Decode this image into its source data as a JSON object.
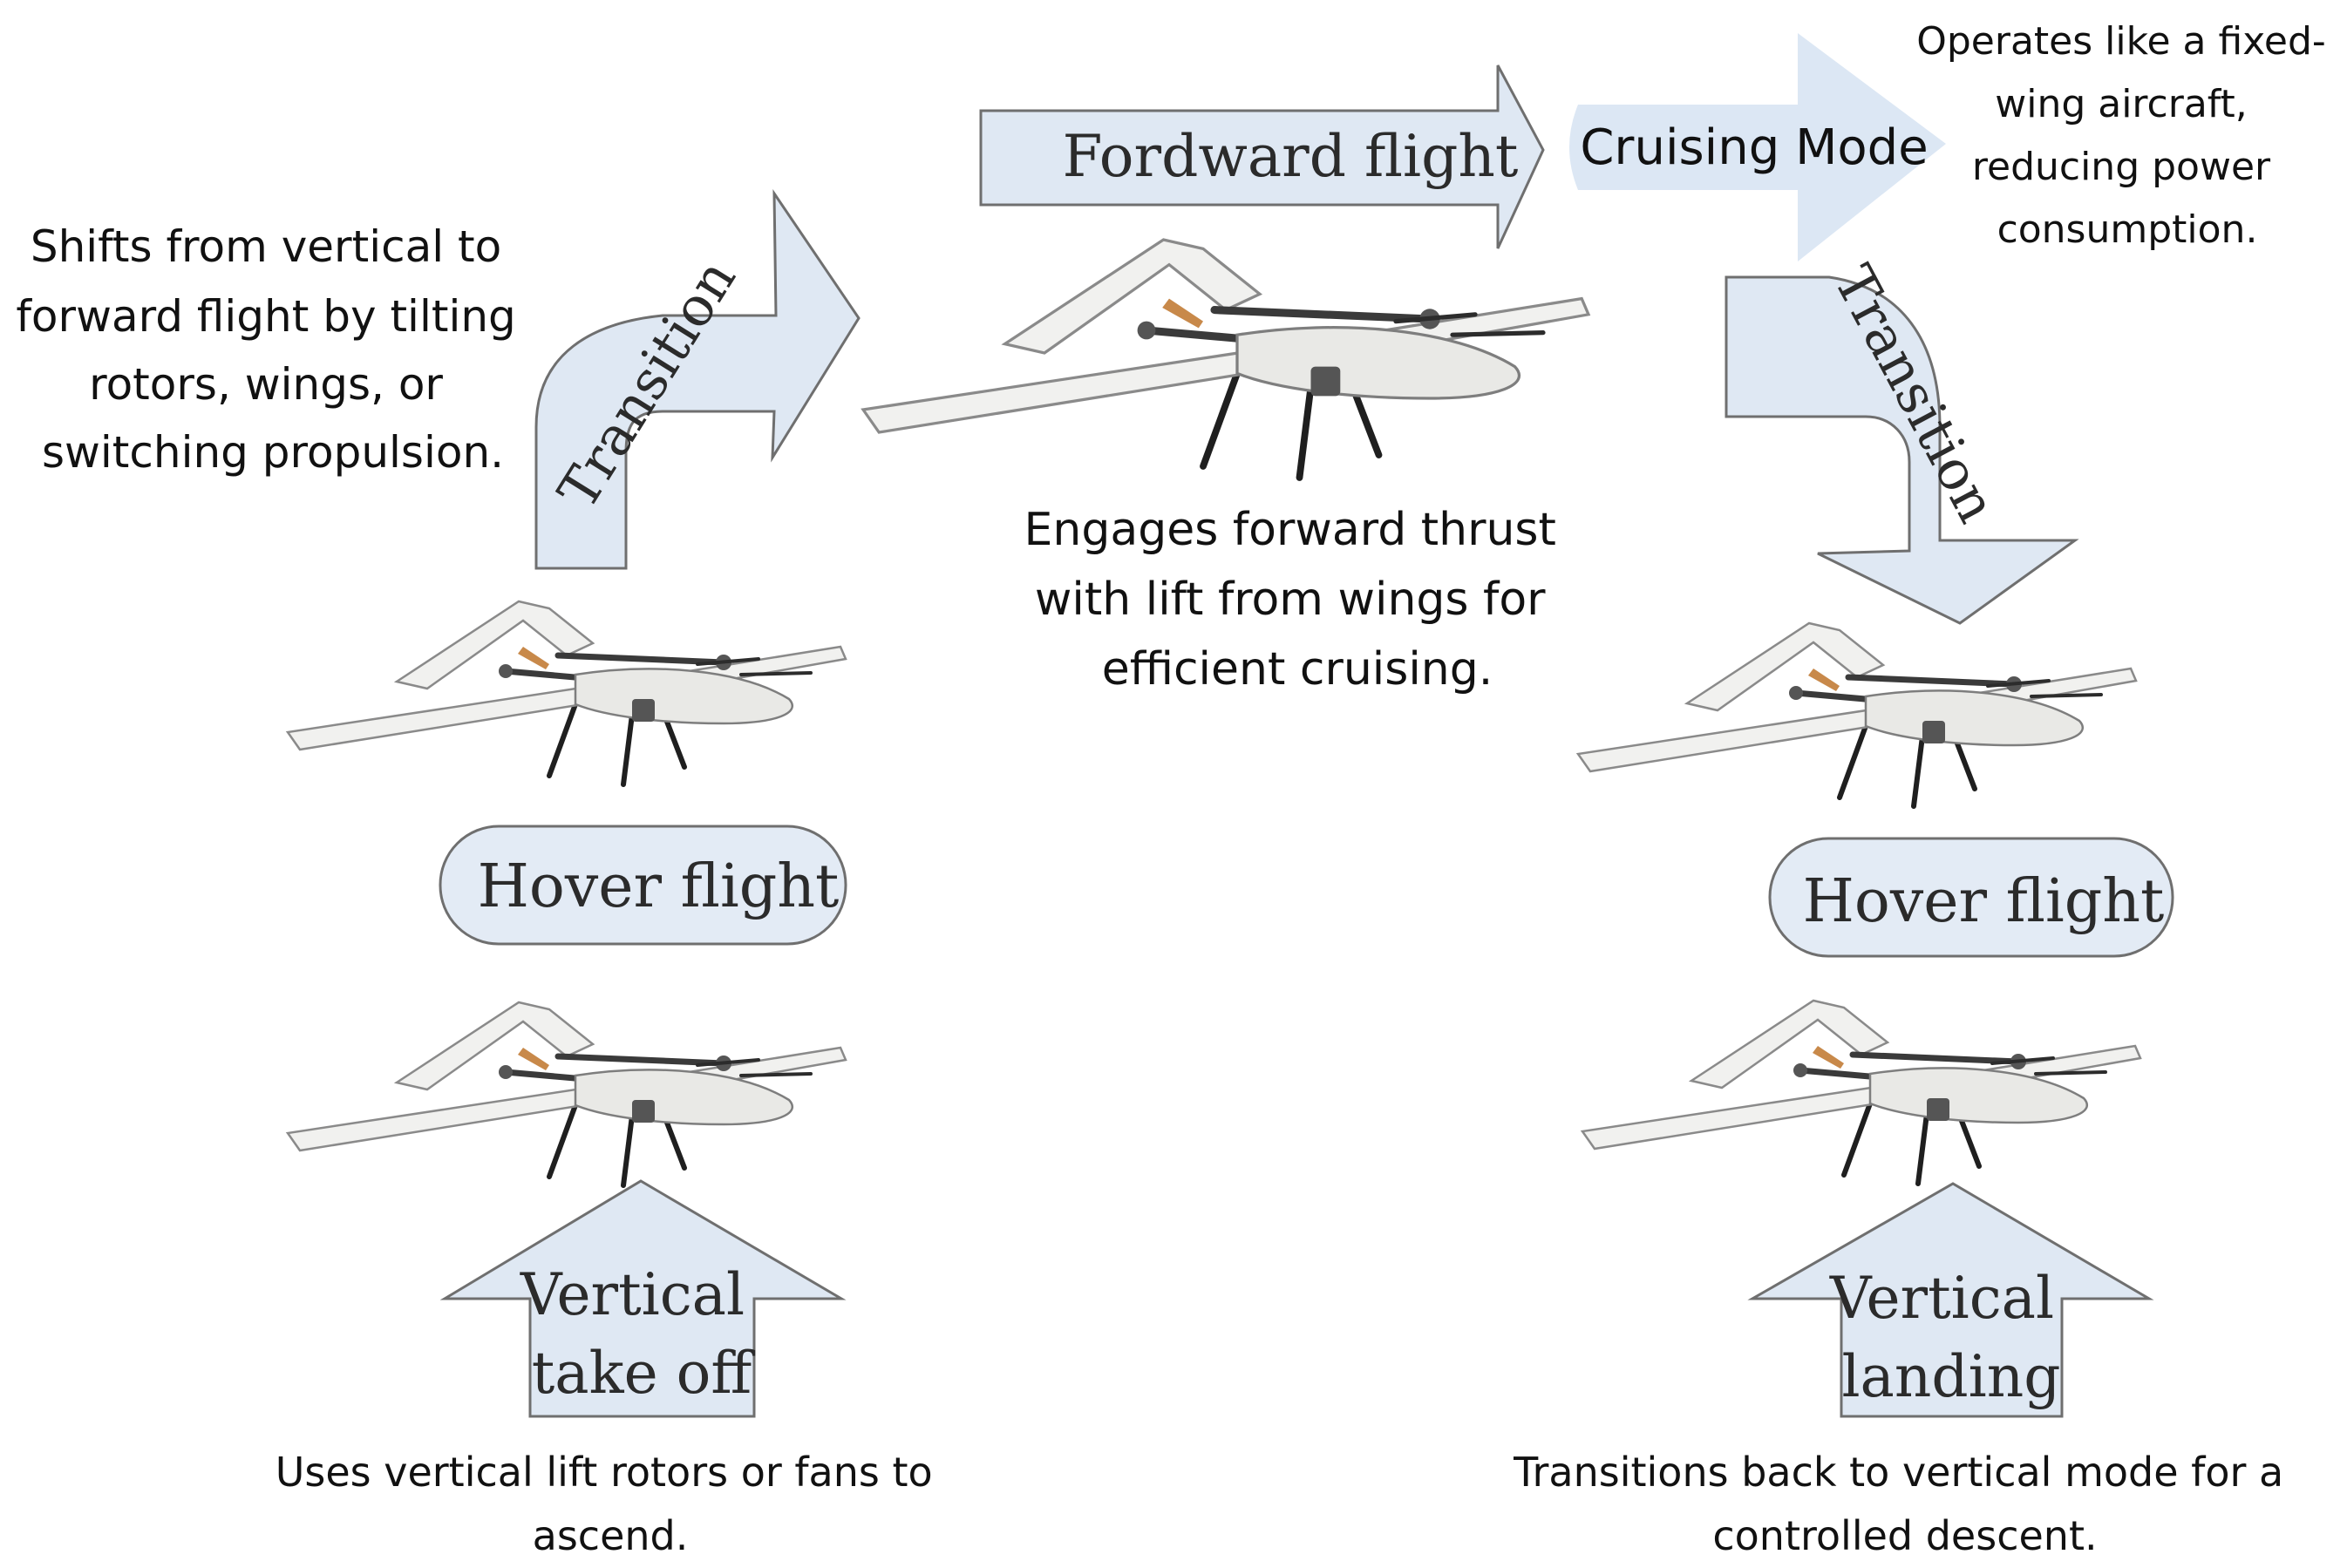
{
  "descriptions": {
    "transition_left": [
      "Shifts from vertical to",
      "forward flight by tilting",
      "rotors, wings, or",
      "switching propulsion."
    ],
    "forward_center": [
      "Engages forward thrust",
      "with lift from wings for",
      "efficient cruising."
    ],
    "cruising_right": [
      "Operates like a fixed-",
      "wing aircraft,",
      "reducing power",
      "consumption."
    ],
    "takeoff_bottom": [
      "Uses vertical lift rotors or fans to",
      "ascend."
    ],
    "landing_bottom": [
      "Transitions back to vertical mode for a",
      "controlled descent."
    ]
  },
  "arrows": {
    "transition_up": "Transition",
    "forward_flight": "Fordward flight",
    "cruising_mode": "Cruising Mode",
    "transition_down": "Transition",
    "vertical_takeoff": [
      "Vertical",
      "take off"
    ],
    "vertical_landing": [
      "Vertical",
      "landing"
    ]
  },
  "labels": {
    "hover_left": "Hover flight",
    "hover_right": "Hover flight"
  },
  "colors": {
    "arrow_fill": "#dfe8f3",
    "arrow_stroke": "#6f6f6f",
    "background": "#ffffff"
  }
}
